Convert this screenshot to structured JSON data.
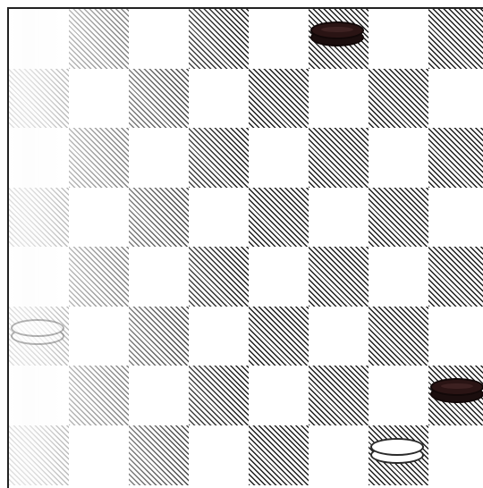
{
  "board": {
    "rows": 8,
    "cols": 8,
    "dark_square_pattern": "diagonal-hatch",
    "light_square_color": "#ffffff",
    "hatch_color": "#1e1e1e",
    "pieces": [
      {
        "color": "black",
        "row": 0,
        "col": 5
      },
      {
        "color": "white",
        "row": 5,
        "col": 0
      },
      {
        "color": "black",
        "row": 6,
        "col": 7
      },
      {
        "color": "white",
        "row": 7,
        "col": 6
      }
    ]
  }
}
